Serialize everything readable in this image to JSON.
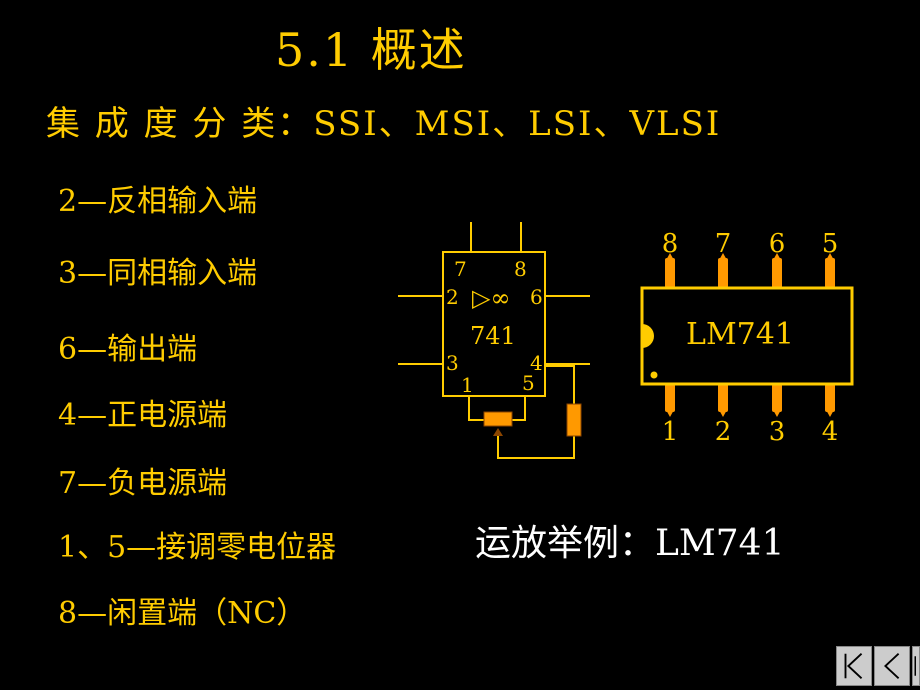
{
  "slide": {
    "title": "5.1  概述",
    "subtitle": "集 成 度 分 类：SSI、MSI、LSI、VLSI",
    "pins": [
      "2—反相输入端",
      "3—同相输入端",
      "6—输出端",
      "4—正电源端",
      "7—负电源端",
      "1、5—接调零电位器",
      "8—闲置端（NC）"
    ],
    "example": "运放举例：LM741"
  },
  "symbol": {
    "name": "741",
    "amp": "▷∞",
    "pins": {
      "p7": "7",
      "p8": "8",
      "p2": "2",
      "p6": "6",
      "p3": "3",
      "p4": "4",
      "p1": "1",
      "p5": "5"
    }
  },
  "package": {
    "name": "LM741",
    "top_pins": [
      "8",
      "7",
      "6",
      "5"
    ],
    "bottom_pins": [
      "1",
      "2",
      "3",
      "4"
    ]
  },
  "nav": {
    "first_icon": "first-page-icon",
    "prev_icon": "prev-page-icon",
    "next_icon": "next-page-icon"
  },
  "colors": {
    "text": "#FFCC00",
    "background": "#000000",
    "highlight": "#FFFFFF",
    "pins": "#FF9900"
  }
}
